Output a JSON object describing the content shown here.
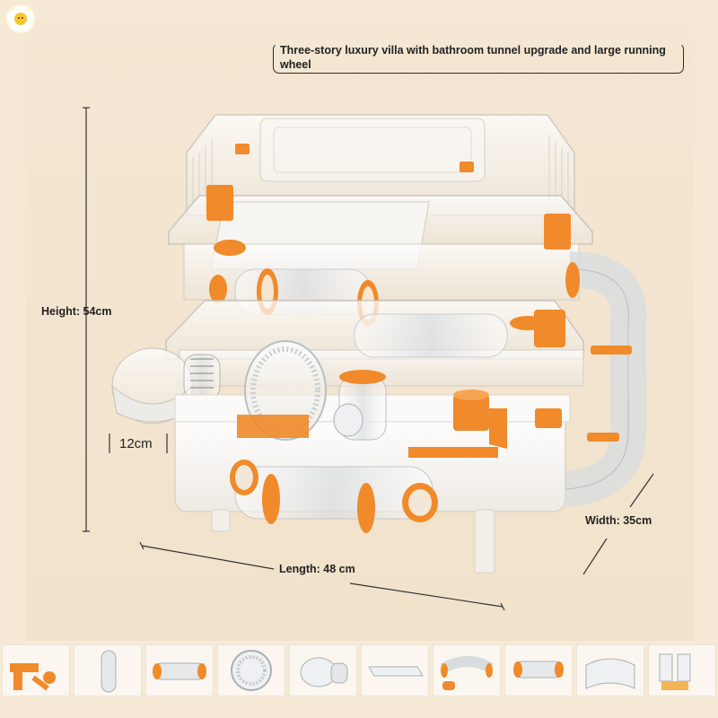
{
  "title": "Three-story luxury villa with bathroom tunnel upgrade and large running wheel",
  "dimensions": {
    "height": "Height: 54cm",
    "side": "12cm",
    "width": "Width: 35cm",
    "length": "Length: 48 cm"
  },
  "thumbnails": [
    {
      "name": "orange-accessories"
    },
    {
      "name": "clear-tube"
    },
    {
      "name": "tunnel-tubes"
    },
    {
      "name": "running-wheel"
    },
    {
      "name": "bathroom-dome"
    },
    {
      "name": "clear-platform"
    },
    {
      "name": "curved-tunnel"
    },
    {
      "name": "connector-tunnel"
    },
    {
      "name": "clear-curved-panel"
    },
    {
      "name": "clear-parts"
    }
  ],
  "colors": {
    "accent": "#f08a2a",
    "background": "#f4e7d3",
    "cage_base": "#ffffff"
  }
}
